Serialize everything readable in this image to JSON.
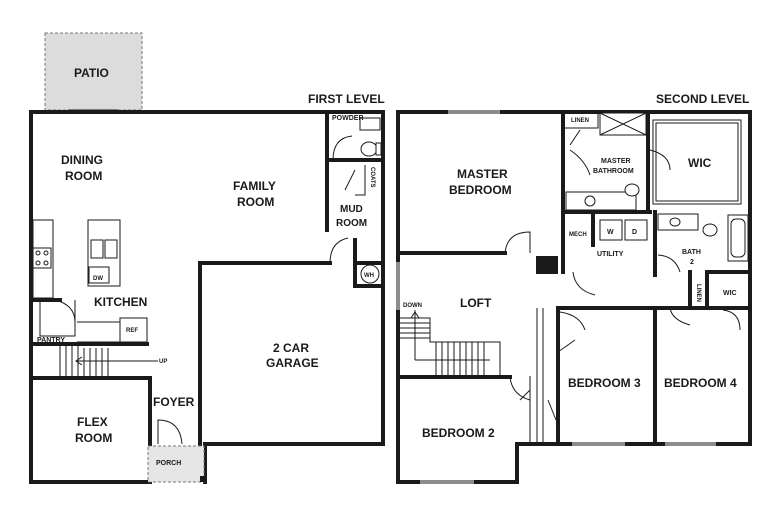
{
  "levels": {
    "first": "FIRST LEVEL",
    "second": "SECOND LEVEL"
  },
  "rooms_first": {
    "patio": "PATIO",
    "dining": [
      "DINING",
      "ROOM"
    ],
    "family": [
      "FAMILY",
      "ROOM"
    ],
    "powder": "POWDER",
    "coats": "COATS",
    "mud": [
      "MUD",
      "ROOM"
    ],
    "wh": "WH",
    "kitchen": "KITCHEN",
    "dw": "DW",
    "ref": "REF",
    "pantry": "PANTRY",
    "up": "UP",
    "garage": [
      "2 CAR",
      "GARAGE"
    ],
    "foyer": "FOYER",
    "flex": [
      "FLEX",
      "ROOM"
    ],
    "porch": "PORCH"
  },
  "rooms_second": {
    "linen_top": "LINEN",
    "master_bath": [
      "MASTER",
      "BATHROOM"
    ],
    "wic_top": "WIC",
    "master_bed": [
      "MASTER",
      "BEDROOM"
    ],
    "mech": "MECH",
    "w": "W",
    "d": "D",
    "utility": "UTILITY",
    "bath2": [
      "BATH",
      "2"
    ],
    "linen_side": "LINEN",
    "wic_side": "WIC",
    "down": "DOWN",
    "loft": "LOFT",
    "bed3": "BEDROOM 3",
    "bed4": "BEDROOM 4",
    "bed2": "BEDROOM 2"
  },
  "colors": {
    "wall": "#1a1a1a",
    "patio_fill": "#dcdcdc",
    "porch_fill": "#e6e6e6",
    "background": "#ffffff"
  }
}
